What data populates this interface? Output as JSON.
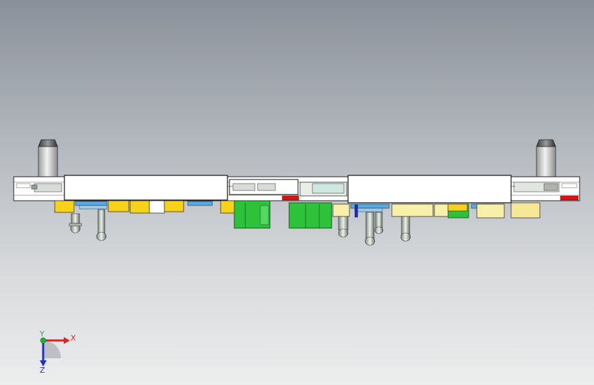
{
  "triad": {
    "x_label": "X",
    "y_label": "Y",
    "z_label": "Z",
    "x_color": "#e02020",
    "y_color": "#20b040",
    "z_color": "#2030d0"
  },
  "colors": {
    "plate_fill": "#ffffff",
    "plate_edge": "#222222",
    "block_yellow": "#f6d21a",
    "block_pale_yellow": "#f8f0a8",
    "connector_green": "#2ec23a",
    "connector_blue": "#5aa9e0",
    "marker_red": "#e01010",
    "pin_steel": "#c9cfc9",
    "post_grey": "#d8d8d8"
  },
  "icons": {
    "triad": "coordinate-triad-icon"
  }
}
